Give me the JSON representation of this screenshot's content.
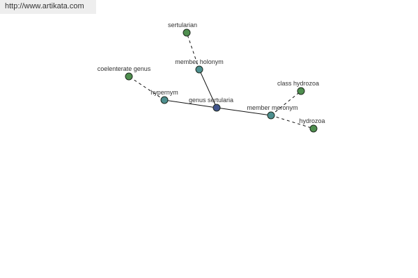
{
  "header": {
    "url": "http://www.artikata.com"
  },
  "colors": {
    "center": "#41558d",
    "relation": "#4d8f8f",
    "leaf": "#4f8f4f",
    "stroke": "#1f2a1f",
    "edge": "#111111"
  },
  "nodes": [
    {
      "id": "center",
      "label": "genus sertularia",
      "kind": "center"
    },
    {
      "id": "member-holonym",
      "label": "member holonym",
      "kind": "relation"
    },
    {
      "id": "hypernym",
      "label": "hypernym",
      "kind": "relation"
    },
    {
      "id": "member-meronym",
      "label": "member meronym",
      "kind": "relation"
    },
    {
      "id": "sertularian",
      "label": "sertularian",
      "kind": "leaf"
    },
    {
      "id": "coelenterate-genus",
      "label": "coelenterate genus",
      "kind": "leaf"
    },
    {
      "id": "class-hydrozoa",
      "label": "class hydrozoa",
      "kind": "leaf"
    },
    {
      "id": "hydrozoa",
      "label": "hydrozoa",
      "kind": "leaf"
    }
  ],
  "edges": [
    {
      "from": "center",
      "to": "member-holonym",
      "style": "solid"
    },
    {
      "from": "center",
      "to": "hypernym",
      "style": "solid"
    },
    {
      "from": "center",
      "to": "member-meronym",
      "style": "solid"
    },
    {
      "from": "member-holonym",
      "to": "sertularian",
      "style": "dashed"
    },
    {
      "from": "hypernym",
      "to": "coelenterate-genus",
      "style": "dashed"
    },
    {
      "from": "member-meronym",
      "to": "class-hydrozoa",
      "style": "dashed"
    },
    {
      "from": "member-meronym",
      "to": "hydrozoa",
      "style": "dashed"
    }
  ]
}
